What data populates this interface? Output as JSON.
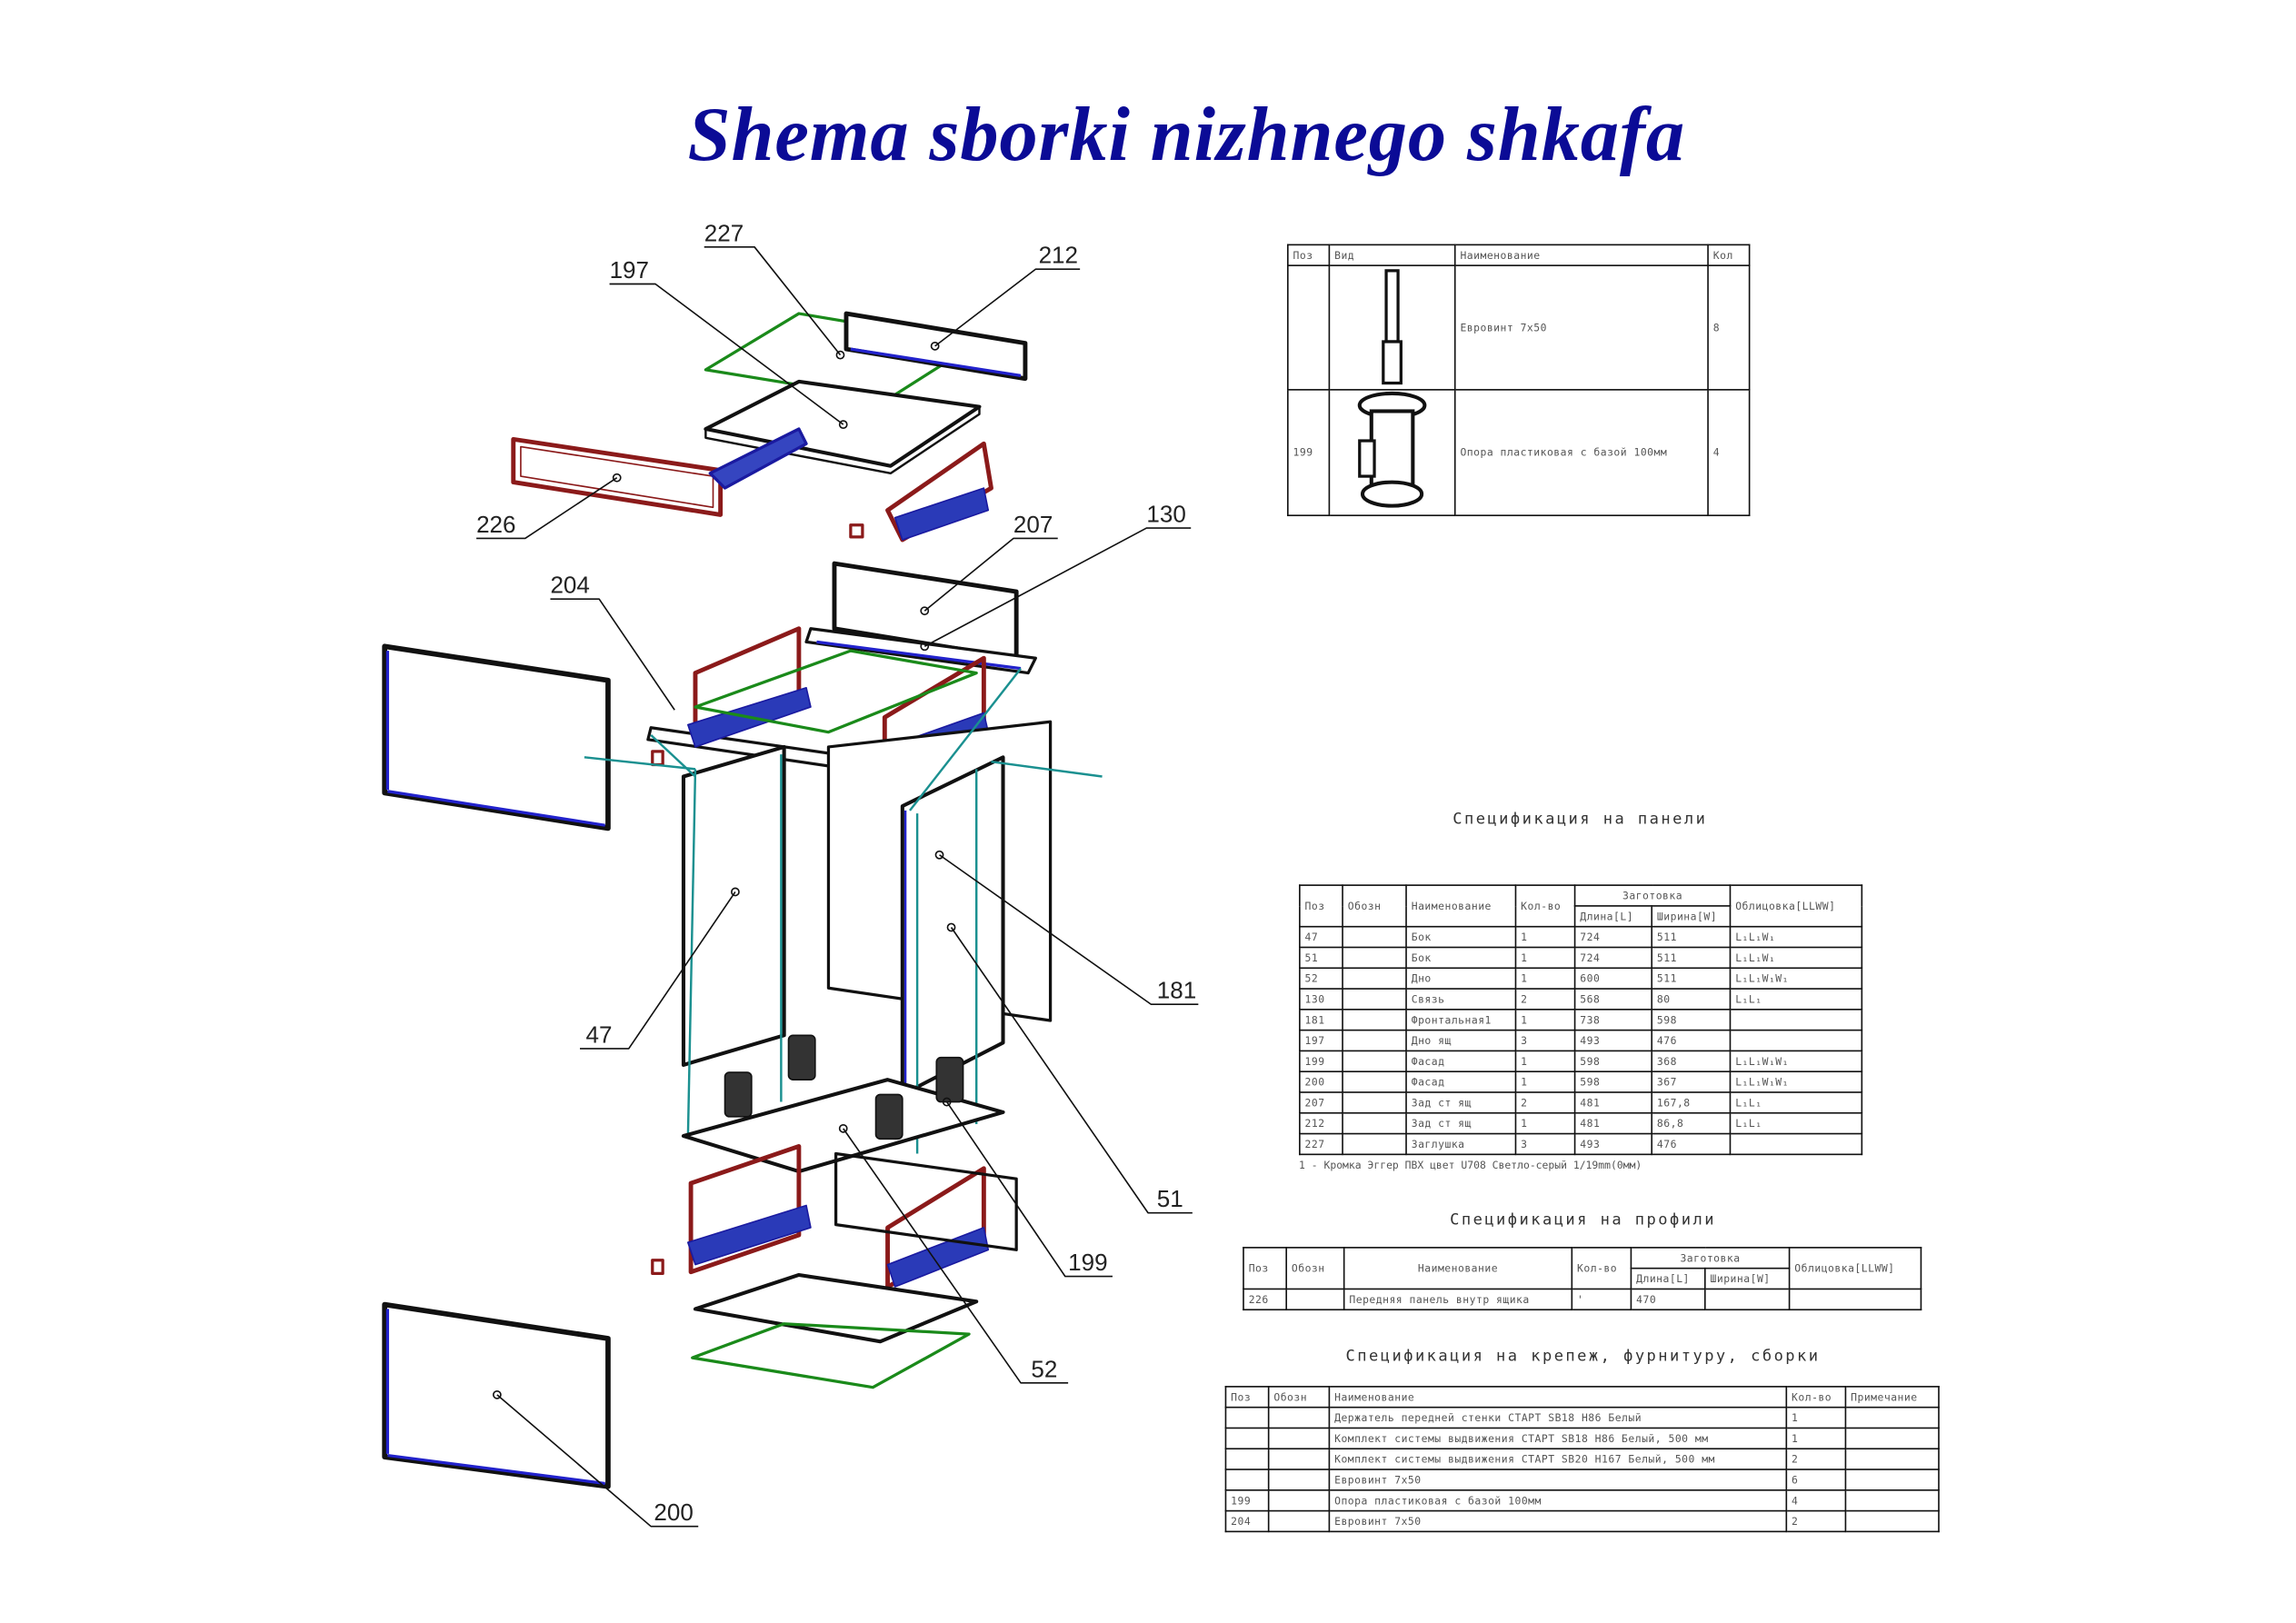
{
  "title": "Shema sborki nizhnego shkafa",
  "callouts": {
    "p227": "227",
    "p197": "197",
    "p212": "212",
    "p226": "226",
    "p207": "207",
    "p130": "130",
    "p204": "204",
    "p47": "47",
    "p181": "181",
    "p51": "51",
    "p199": "199",
    "p52": "52",
    "p200": "200"
  },
  "hardware_table": {
    "headers": [
      "Поз",
      "Вид",
      "Наименование",
      "Кол"
    ],
    "rows": [
      {
        "pos": "",
        "name": "Евровинт 7x50",
        "qty": "8",
        "icon": "eurobolt-icon"
      },
      {
        "pos": "199",
        "name": "Опора пластиковая с базой 100мм",
        "qty": "4",
        "icon": "plastic-leg-icon"
      }
    ]
  },
  "panels_spec": {
    "title": "Спецификация на панели",
    "headers": {
      "pos": "Поз",
      "code": "Обозн",
      "name": "Наименование",
      "qty": "Кол-во",
      "blank": "Заготовка",
      "length": "Длина[L]",
      "width": "Ширина[W]",
      "edging": "Облицовка[LLWW]"
    },
    "rows": [
      {
        "pos": "47",
        "code": "",
        "name": "Бок",
        "qty": "1",
        "length": "724",
        "width": "511",
        "edging": "L₁L₁W₁"
      },
      {
        "pos": "51",
        "code": "",
        "name": "Бок",
        "qty": "1",
        "length": "724",
        "width": "511",
        "edging": "L₁L₁W₁"
      },
      {
        "pos": "52",
        "code": "",
        "name": "Дно",
        "qty": "1",
        "length": "600",
        "width": "511",
        "edging": "L₁L₁W₁W₁"
      },
      {
        "pos": "130",
        "code": "",
        "name": "Связь",
        "qty": "2",
        "length": "568",
        "width": "80",
        "edging": "L₁L₁"
      },
      {
        "pos": "181",
        "code": "",
        "name": "Фронтальная1",
        "qty": "1",
        "length": "738",
        "width": "598",
        "edging": ""
      },
      {
        "pos": "197",
        "code": "",
        "name": "Дно ящ",
        "qty": "3",
        "length": "493",
        "width": "476",
        "edging": ""
      },
      {
        "pos": "199",
        "code": "",
        "name": "Фасад",
        "qty": "1",
        "length": "598",
        "width": "368",
        "edging": "L₁L₁W₁W₁"
      },
      {
        "pos": "200",
        "code": "",
        "name": "Фасад",
        "qty": "1",
        "length": "598",
        "width": "367",
        "edging": "L₁L₁W₁W₁"
      },
      {
        "pos": "207",
        "code": "",
        "name": "Зад ст ящ",
        "qty": "2",
        "length": "481",
        "width": "167,8",
        "edging": "L₁L₁"
      },
      {
        "pos": "212",
        "code": "",
        "name": "Зад ст ящ",
        "qty": "1",
        "length": "481",
        "width": "86,8",
        "edging": "L₁L₁"
      },
      {
        "pos": "227",
        "code": "",
        "name": "Заглушка",
        "qty": "3",
        "length": "493",
        "width": "476",
        "edging": ""
      }
    ],
    "footnote": "1 - Кромка Эггер ПВХ цвет U708 Светло-серый 1/19mm(0мм)"
  },
  "profiles_spec": {
    "title": "Спецификация на профили",
    "headers": {
      "pos": "Поз",
      "code": "Обозн",
      "name": "Наименование",
      "qty": "Кол-во",
      "blank": "Заготовка",
      "length": "Длина[L]",
      "width": "Ширина[W]",
      "edging": "Облицовка[LLWW]"
    },
    "rows": [
      {
        "pos": "226",
        "code": "",
        "name": "Передняя панель внутр ящика",
        "qty": "'",
        "length": "470",
        "width": "",
        "edging": ""
      }
    ]
  },
  "fasteners_spec": {
    "title": "Спецификация на крепеж, фурнитуру, сборки",
    "headers": {
      "pos": "Поз",
      "code": "Обозн",
      "name": "Наименование",
      "qty": "Кол-во",
      "note": "Примечание"
    },
    "rows": [
      {
        "pos": "",
        "code": "",
        "name": "Держатель передней стенки СТАРТ SB18 H86 Белый",
        "qty": "1",
        "note": ""
      },
      {
        "pos": "",
        "code": "",
        "name": "Комплект системы выдвижения СТАРТ SB18 H86 Белый, 500 мм",
        "qty": "1",
        "note": ""
      },
      {
        "pos": "",
        "code": "",
        "name": "Комплект системы выдвижения СТАРТ SB20 H167 Белый, 500 мм",
        "qty": "2",
        "note": ""
      },
      {
        "pos": "",
        "code": "",
        "name": "Евровинт 7x50",
        "qty": "6",
        "note": ""
      },
      {
        "pos": "199",
        "code": "",
        "name": "Опора пластиковая с базой 100мм",
        "qty": "4",
        "note": ""
      },
      {
        "pos": "204",
        "code": "",
        "name": "Евровинт 7x50",
        "qty": "2",
        "note": ""
      }
    ]
  }
}
